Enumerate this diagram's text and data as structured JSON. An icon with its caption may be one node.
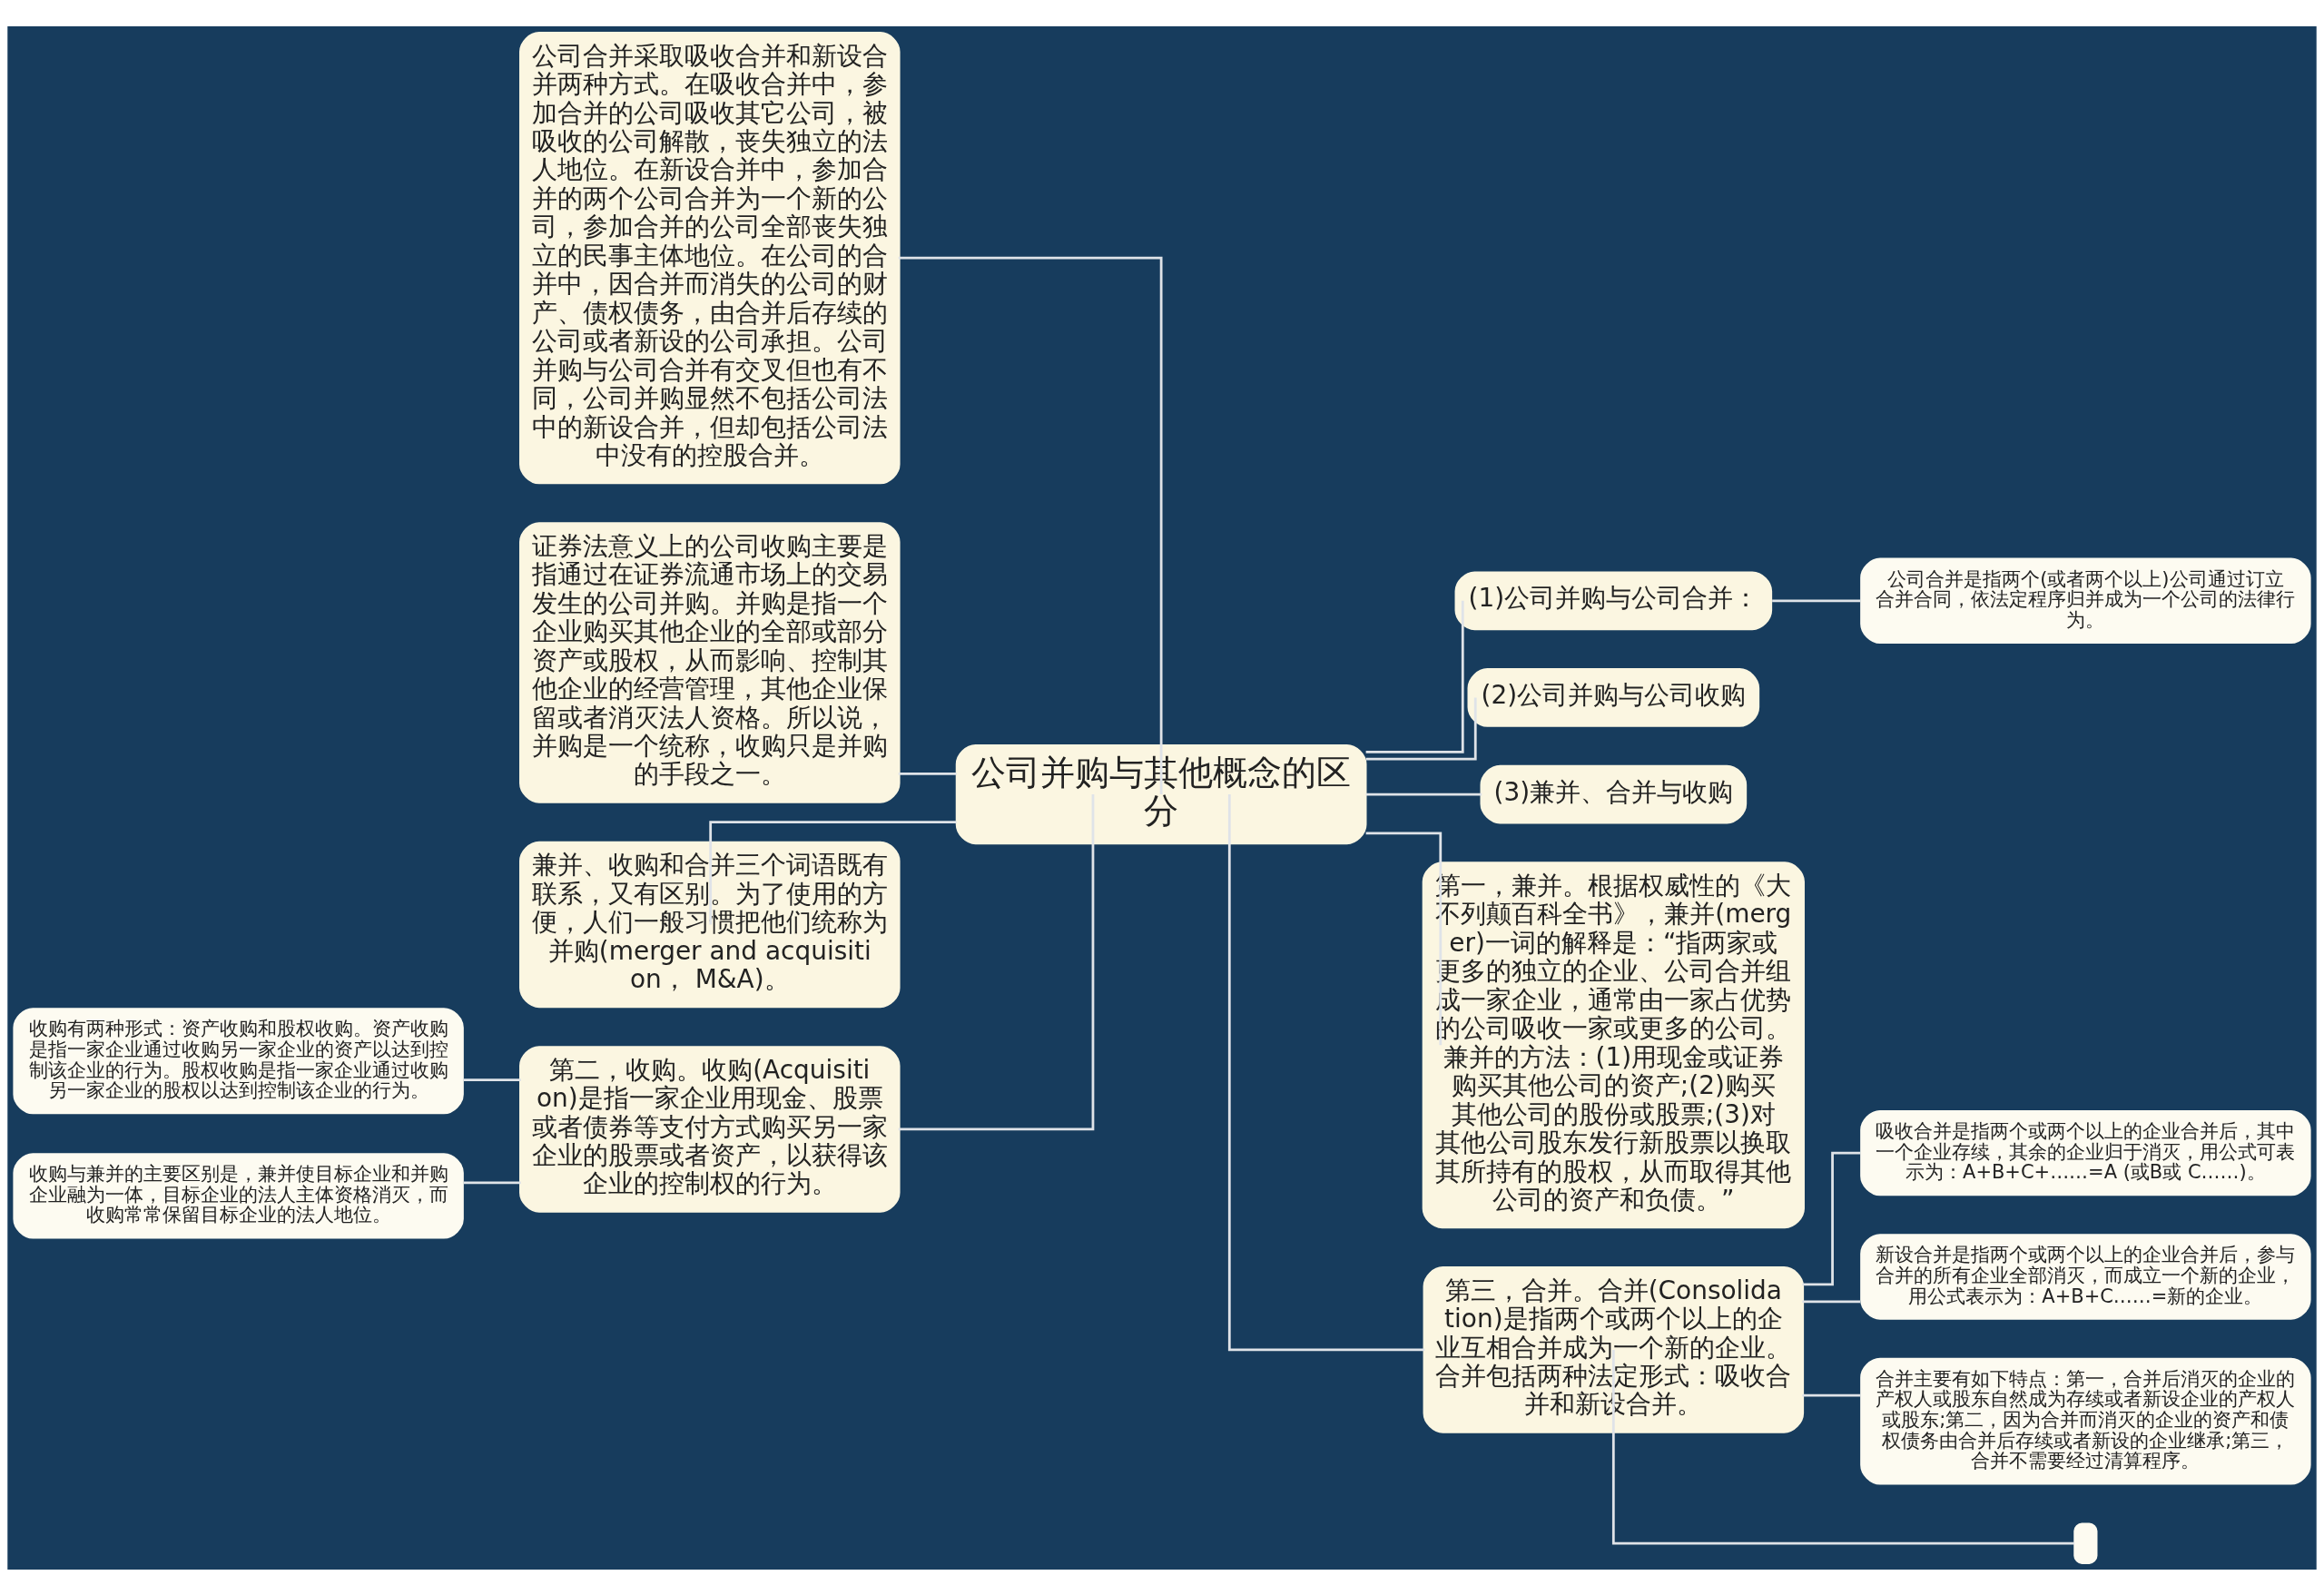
{
  "diagram": {
    "nodes": [
      {
        "text": [
          "公司并购与其他概念的区分"
        ]
      },
      {
        "text": [
          "(1)公司并购与公司合并："
        ]
      },
      {
        "text": [
          "公司合并是指两个(或者两个以上)公司通过订立合并合同，依法定程序归并成为一个公司的法律行为。"
        ]
      },
      {
        "text": [
          "(2)公司并购与公司收购"
        ]
      },
      {
        "text": [
          "(3)兼并、合并与收购"
        ]
      },
      {
        "text": [
          "第一，兼并。根据权威性的《大不列颠百科全书》，兼并(merger)一词的解释是：“指两家或更多的独立的企业、公司合并组成一家企业，通常由一家占优势的公司吸收一家或更多的公司。兼并的方法：(1)用现金或证券购买其他公司的资产;(2)购买其他公司的股份或股票;(3)对其他公司股东发行新股票以换取其所持有的股权，从而取得其他公司的资产和负债。”"
        ]
      },
      {
        "text": [
          "第三，合并。合并(Consolidation)是指两个或两个以上的企业互相合并成为一个新的企业。合并包括两种法定形式：吸收合并和新设合并。"
        ]
      },
      {
        "text": [
          "吸收合并是指两个或两个以上的企业合并后，其中一个企业存续，其余的企业归于消灭，用公式可表示为：A+B+C+……=A (或B或 C……)。"
        ]
      },
      {
        "text": [
          "新设合并是指两个或两个以上的企业合并后，参与合并的所有企业全部消灭，而成立一个新的企业，用公式表示为：A+B+C……=新的企业。"
        ]
      },
      {
        "text": [
          "合并主要有如下特点：第一，合并后消灭的企业的产权人或股东自然成为存续或者新设企业的产权人或股东;第二，因为合并而消灭的企业的资产和债权债务由合并后存续或者新设的企业继承;第三，合并不需要经过清算程序。"
        ]
      },
      {
        "text": [],
        "shape": "box"
      },
      {
        "text": [
          "公司合并采取吸收合并和新设合并两种方式。在吸收合并中，参加合并的公司吸收其它公司，被吸收的公司解散，丧失独立的法人地位。在新设合并中，参加合并的两个公司合并为一个新的公司，参加合并的公司全部丧失独立的民事主体地位。在公司的合并中，因合并而消失的公司的财产、债权债务，由合并后存续的公司或者新设的公司承担。公司并购与公司合并有交叉但也有不同，公司并购显然不包括公司法中的新设合并，但却包括公司法中没有的控股合并。"
        ]
      },
      {
        "text": [
          "证券法意义上的公司收购主要是指通过在证券流通市场上的交易发生的公司并购。并购是指一个企业购买其他企业的全部或部分资产或股权，从而影响、控制其他企业的经营管理，其他企业保留或者消灭法人资格。所以说，并购是一个统称，收购只是并购的手段之一。"
        ]
      },
      {
        "text": [
          "兼并、收购和合并三个词语既有联系，又有区别。为了使用的方便，人们一般习惯把他们统称为并购(merger and acquisition， M&A)。"
        ]
      },
      {
        "text": [
          "第二，收购。收购(Acquisition)是指一家企业用现金、股票或者债券等支付方式购买另一家企业的股票或者资产，以获得该企业的控制权的行为。"
        ]
      },
      {
        "text": [
          "收购有两种形式：资产收购和股权收购。资产收购是指一家企业通过收购另一家企业的资产以达到控制该企业的行为。股权收购是指一家企业通过收购另一家企业的股权以达到控制该企业的行为。"
        ]
      },
      {
        "text": [
          "收购与兼并的主要区别是，兼并使目标企业和并购企业融为一体，目标企业的法人主体资格消灭，而收购常常保留目标企业的法人地位。"
        ]
      }
    ],
    "edges": [
      {
        "from": 0,
        "to": 1,
        "arrow": "none"
      },
      {
        "from": 1,
        "to": 2,
        "arrow": "none"
      },
      {
        "from": 0,
        "to": 3,
        "arrow": "none"
      },
      {
        "from": 0,
        "to": 4,
        "arrow": "none"
      },
      {
        "from": 0,
        "to": 5,
        "arrow": "none"
      },
      {
        "from": 0,
        "to": 6,
        "arrow": "none"
      },
      {
        "from": 6,
        "to": 7,
        "arrow": "none"
      },
      {
        "from": 6,
        "to": 8,
        "arrow": "none"
      },
      {
        "from": 6,
        "to": 9,
        "arrow": "none"
      },
      {
        "from": 6,
        "to": 10,
        "arrow": "none"
      },
      {
        "from": 0,
        "to": 11,
        "arrow": "none"
      },
      {
        "from": 0,
        "to": 12,
        "arrow": "none"
      },
      {
        "from": 0,
        "to": 13,
        "arrow": "none"
      },
      {
        "from": 0,
        "to": 14,
        "arrow": "none"
      },
      {
        "from": 14,
        "to": 15,
        "arrow": "none"
      },
      {
        "from": 14,
        "to": 16,
        "arrow": "none"
      }
    ]
  }
}
